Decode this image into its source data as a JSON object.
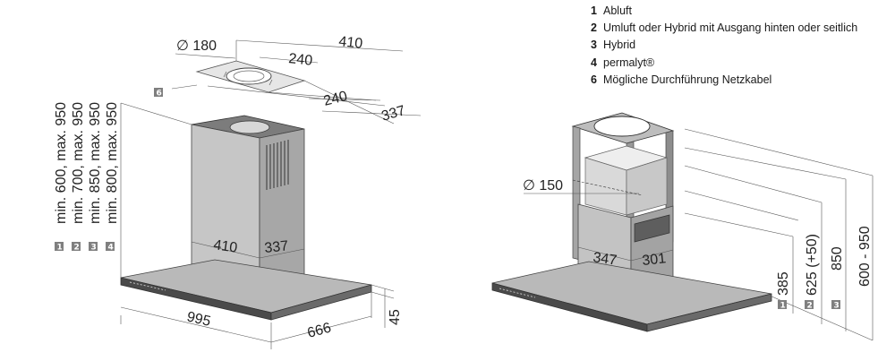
{
  "legend": [
    {
      "num": "1",
      "text": "Abluft"
    },
    {
      "num": "2",
      "text": "Umluft oder Hybrid mit Ausgang hinten oder seitlich"
    },
    {
      "num": "3",
      "text": "Hybrid"
    },
    {
      "num": "4",
      "text": "permalyt®"
    },
    {
      "num": "6",
      "text": "Mögliche Durchführung Netzkabel"
    }
  ],
  "left": {
    "ceiling_diameter": "∅ 180",
    "ceiling_w1": "410",
    "ceiling_w2": "240",
    "ceiling_d1": "240",
    "ceiling_d2": "337",
    "ceiling_badge": "6",
    "chimney_w": "410",
    "chimney_d": "337",
    "hood_w": "995",
    "hood_d": "666",
    "hood_h": "45",
    "heights": [
      {
        "text": "min. 600, max. 950",
        "badge": "1"
      },
      {
        "text": "min. 700, max. 950",
        "badge": "2"
      },
      {
        "text": "min. 850, max. 950",
        "badge": "3"
      },
      {
        "text": "min. 800, max. 950",
        "badge": "4"
      }
    ]
  },
  "right": {
    "diameter": "∅ 150",
    "frame_w": "347",
    "frame_d": "301",
    "heights": [
      {
        "text": "385",
        "badge": "1"
      },
      {
        "text": "625 (+50)",
        "badge": "2"
      },
      {
        "text": "850",
        "badge": "3"
      },
      {
        "text": "600 - 950",
        "badge": ""
      }
    ]
  },
  "colors": {
    "steel_light": "#c9c9c9",
    "steel_mid": "#a9a9a9",
    "steel_dark": "#7a7a7a",
    "badge": "#7f7f7f"
  }
}
